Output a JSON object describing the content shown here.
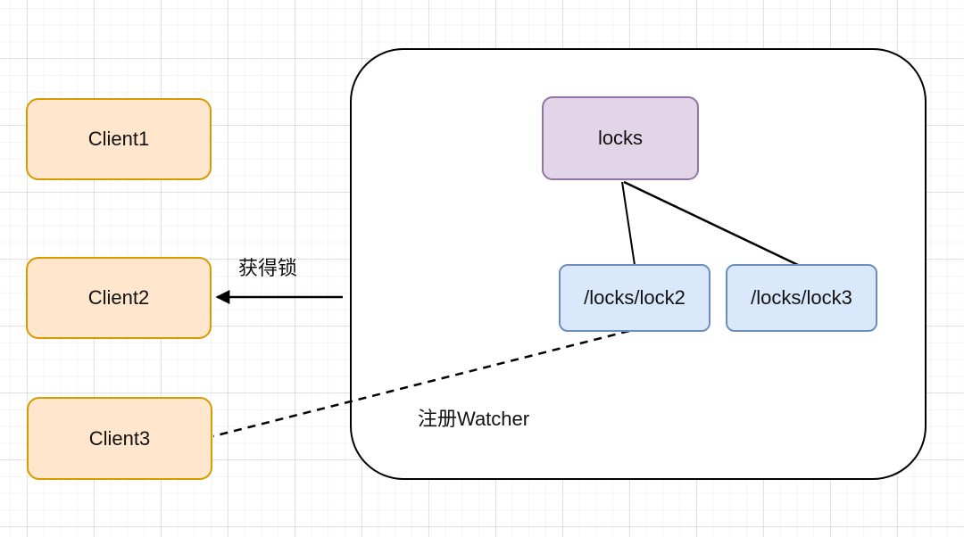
{
  "diagram": {
    "type": "flow-diagram",
    "description": "distributed-lock-diagram",
    "nodes": {
      "client1": {
        "label": "Client1"
      },
      "client2": {
        "label": "Client2"
      },
      "client3": {
        "label": "Client3"
      },
      "locks": {
        "label": "locks"
      },
      "lock2": {
        "label": "/locks/lock2"
      },
      "lock3": {
        "label": "/locks/lock3"
      }
    },
    "edges": {
      "locks_to_lock2": {
        "from": "locks",
        "to": "lock2",
        "style": "solid",
        "label": ""
      },
      "locks_to_lock3": {
        "from": "locks",
        "to": "lock3",
        "style": "solid",
        "label": ""
      },
      "acquire_lock": {
        "from": "zk-container",
        "to": "client2",
        "style": "solid-arrow",
        "label": "获得锁"
      },
      "register_watcher": {
        "from": "lock2",
        "to": "client3",
        "style": "dashed",
        "label": "注册Watcher"
      }
    },
    "colors": {
      "client_fill": "#FFE6CC",
      "client_border": "#D79B00",
      "locks_fill": "#E1D5E7",
      "locks_border": "#9673A6",
      "lock_fill": "#DAE8FC",
      "lock_border": "#6C8EBF",
      "container_border": "#000000",
      "line": "#000000",
      "text": "#111111"
    }
  }
}
